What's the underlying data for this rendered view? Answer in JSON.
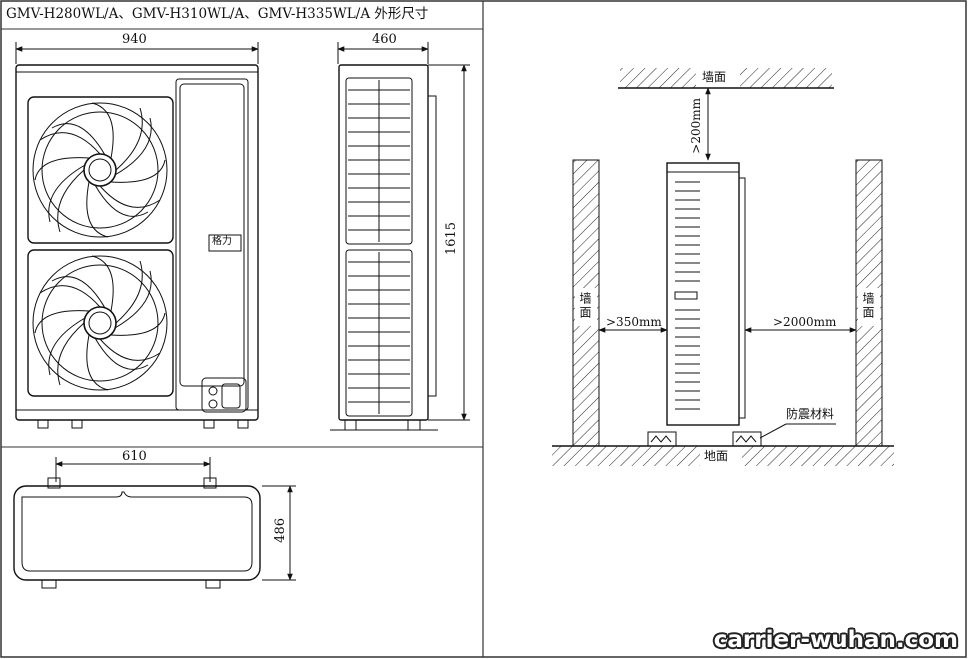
{
  "title": "GMV-H280WL/A、GMV-H310WL/A、GMV-H335WL/A 外形尺寸",
  "dimensions": {
    "front_width": "940",
    "side_depth": "460",
    "height": "1615",
    "top_foot_span": "610",
    "top_depth": "486"
  },
  "front_panel_badge": "格力",
  "installation": {
    "ceiling": "墙面",
    "left_wall": "墙面",
    "right_wall": "墙面",
    "floor": "地面",
    "top_clearance": ">200mm",
    "left_clearance": ">350mm",
    "right_clearance": ">2000mm",
    "damping": "防震材料"
  },
  "watermark": "carrier-wuhan.com"
}
